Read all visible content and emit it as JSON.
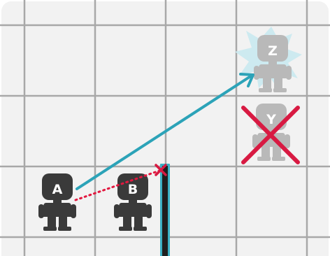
{
  "colors": {
    "background": "#f2f2f2",
    "grid": "#a8a8a8",
    "figure_dark": "#3a3a3a",
    "figure_faded": "#b9b9b9",
    "label_text": "#ffffff",
    "arrow": "#2ca3b8",
    "burst": "#cdeaf0",
    "wall": "#1f1f1f",
    "wall_outline": "#3ab0c4",
    "dotted_line": "#e2183f",
    "cross": "#d81a42"
  },
  "figures": {
    "a": {
      "label": "A",
      "state": "active"
    },
    "b": {
      "label": "B",
      "state": "active"
    },
    "y": {
      "label": "Y",
      "state": "eliminated"
    },
    "z": {
      "label": "Z",
      "state": "targeted"
    }
  },
  "icons": {
    "arrow": "arrow-a-to-z",
    "blocked_line": "dotted-line-a-to-b",
    "blocked_mark": "x-mark",
    "elimination": "x-cross",
    "highlight": "starburst"
  }
}
